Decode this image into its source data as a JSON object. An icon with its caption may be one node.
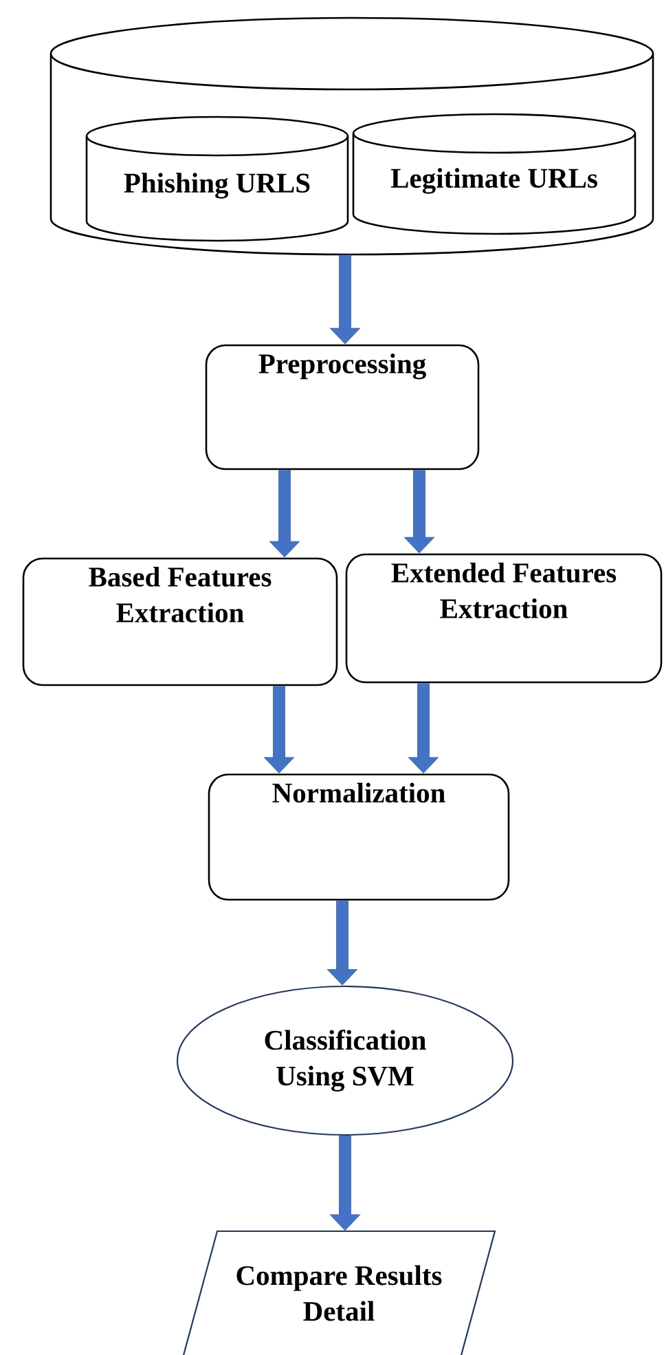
{
  "diagram": {
    "nodes": [
      {
        "text": [],
        "shape": "cylinder"
      },
      {
        "text": [
          "Phishing URLS"
        ],
        "in": 0
      },
      {
        "text": [
          "Legitimate URLs"
        ],
        "in": 0
      },
      {
        "text": [
          "Preprocessing"
        ]
      },
      {
        "text": [
          "Based Features Extraction"
        ]
      },
      {
        "text": [
          "Extended Features Extraction"
        ]
      },
      {
        "text": [
          "Normalization"
        ]
      },
      {
        "text": [
          "Classification Using SVM"
        ]
      },
      {
        "text": [
          "Compare Results Detail"
        ]
      }
    ],
    "edges": [
      {
        "from": 0,
        "to": 3,
        "arrow": "to"
      },
      {
        "from": 3,
        "to": 4,
        "arrow": "to"
      },
      {
        "from": 3,
        "to": 5,
        "arrow": "to"
      },
      {
        "from": 4,
        "to": 6,
        "arrow": "to"
      },
      {
        "from": 5,
        "to": 6,
        "arrow": "to"
      },
      {
        "from": 6,
        "to": 7,
        "arrow": "to"
      },
      {
        "from": 7,
        "to": 8,
        "arrow": "to"
      }
    ]
  }
}
